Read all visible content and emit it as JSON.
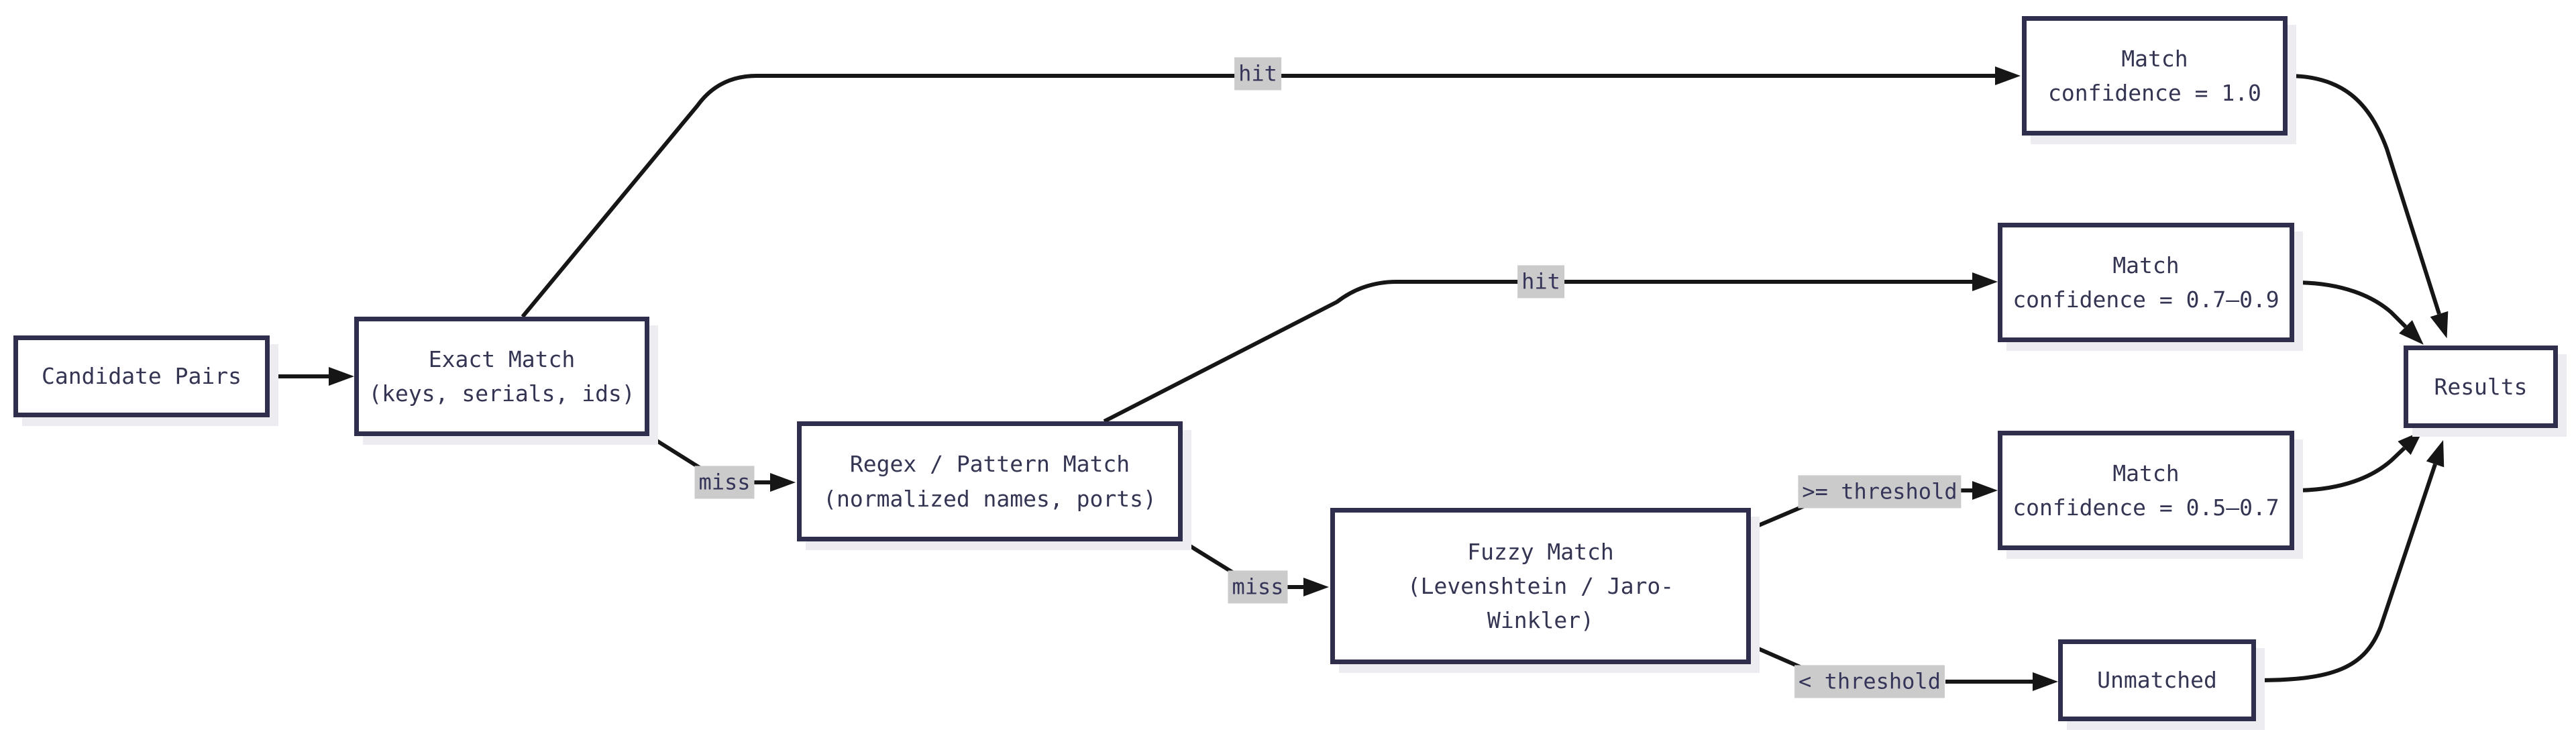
{
  "diagram": {
    "type": "flowchart",
    "nodes": [
      {
        "id": "candidate_pairs",
        "label": "Candidate Pairs"
      },
      {
        "id": "exact_match",
        "label": "Exact Match\n(keys, serials, ids)"
      },
      {
        "id": "regex_match",
        "label": "Regex / Pattern Match\n(normalized names, ports)"
      },
      {
        "id": "fuzzy_match",
        "label": "Fuzzy Match\n(Levenshtein / Jaro-\nWinkler)"
      },
      {
        "id": "match_conf_10",
        "label": "Match\nconfidence = 1.0"
      },
      {
        "id": "match_conf_79",
        "label": "Match\nconfidence = 0.7–0.9"
      },
      {
        "id": "match_conf_57",
        "label": "Match\nconfidence = 0.5–0.7"
      },
      {
        "id": "unmatched",
        "label": "Unmatched"
      },
      {
        "id": "results",
        "label": "Results"
      }
    ],
    "edges": [
      {
        "from": "candidate_pairs",
        "to": "exact_match",
        "label": ""
      },
      {
        "from": "exact_match",
        "to": "match_conf_10",
        "label": "hit"
      },
      {
        "from": "exact_match",
        "to": "regex_match",
        "label": "miss"
      },
      {
        "from": "regex_match",
        "to": "match_conf_79",
        "label": "hit"
      },
      {
        "from": "regex_match",
        "to": "fuzzy_match",
        "label": "miss"
      },
      {
        "from": "fuzzy_match",
        "to": "match_conf_57",
        "label": ">= threshold"
      },
      {
        "from": "fuzzy_match",
        "to": "unmatched",
        "label": "< threshold"
      },
      {
        "from": "match_conf_10",
        "to": "results",
        "label": ""
      },
      {
        "from": "match_conf_79",
        "to": "results",
        "label": ""
      },
      {
        "from": "match_conf_57",
        "to": "results",
        "label": ""
      },
      {
        "from": "unmatched",
        "to": "results",
        "label": ""
      }
    ],
    "colors": {
      "background": "#ffffff",
      "node_fill": "#ffffff",
      "node_border": "#2f2f4d",
      "node_text": "#343453",
      "node_shadow": "#ededf1",
      "edge_stroke": "#161616",
      "edge_label_bg": "#cbcbcb",
      "edge_label_text": "#35355a"
    }
  }
}
